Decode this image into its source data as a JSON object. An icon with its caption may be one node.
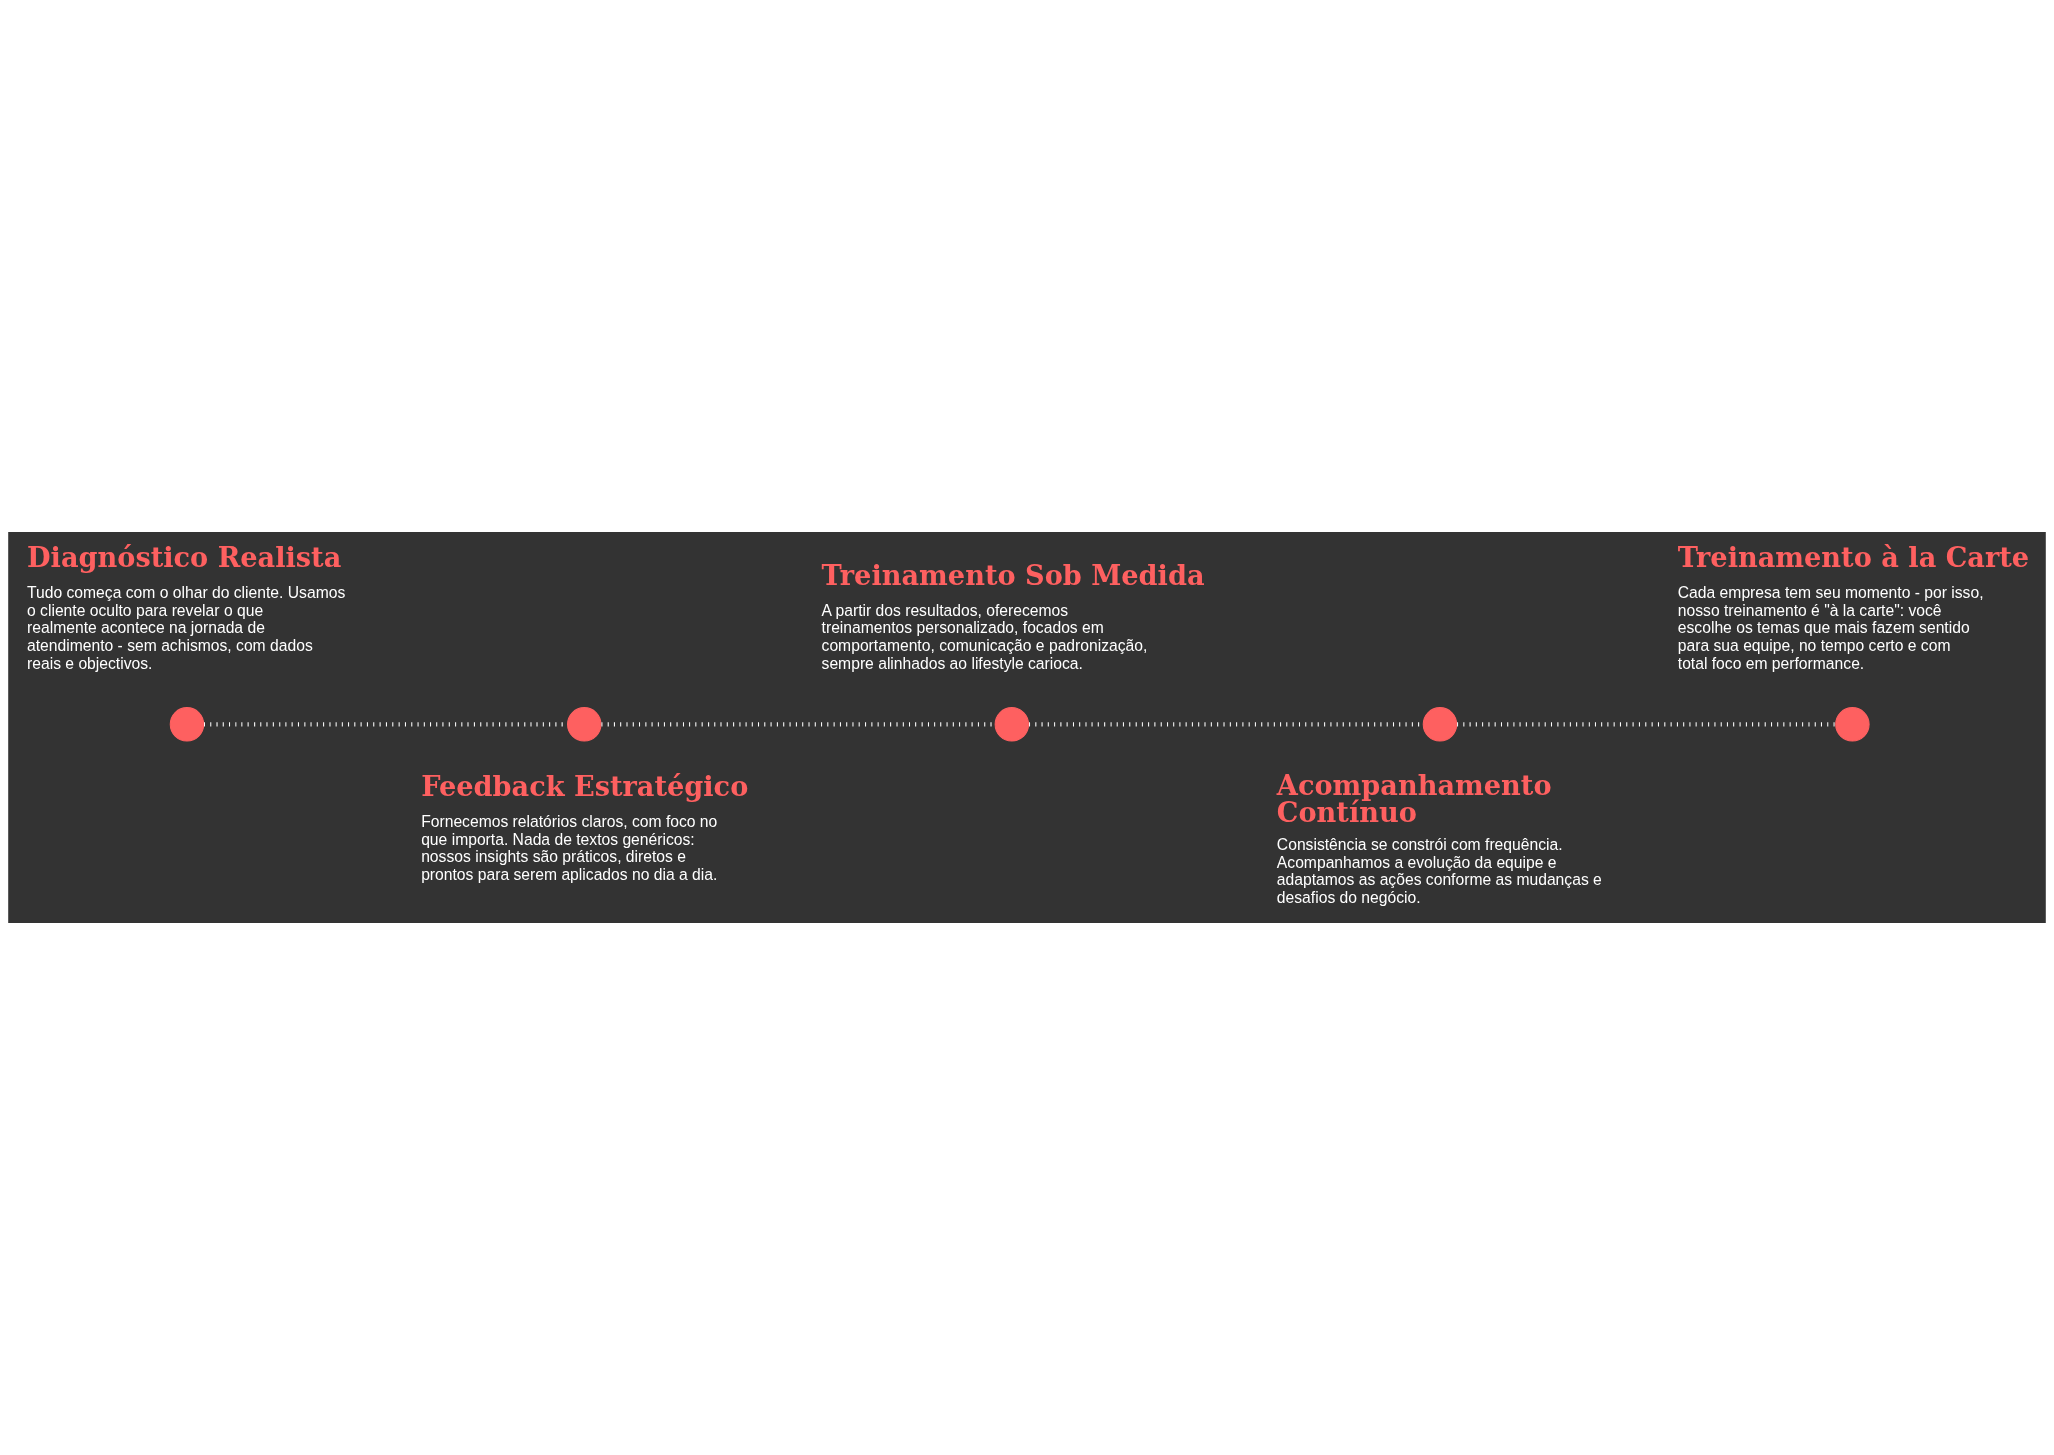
{
  "diagram": {
    "nodes": [
      {
        "text": [],
        "shape": "circle",
        "beside": [
          "Diagnóstico Realista",
          "Tudo começa com o olhar do cliente. Usamos o cliente oculto para revelar o que realmente acontece na jornada de atendimento - sem achismos, com dados reais e objectivos."
        ]
      },
      {
        "text": [],
        "shape": "circle",
        "beside": [
          "Feedback Estratégico",
          "Fornecemos relatórios claros, com foco no que importa. Nada de textos genéricos: nossos insights são práticos, diretos e prontos para serem aplicados no dia a dia."
        ]
      },
      {
        "text": [],
        "shape": "circle",
        "beside": [
          "Treinamento Sob Medida",
          "A partir dos resultados, oferecemos treinamentos personalizado, focados em comportamento, comunicação e padronização, sempre alinhados ao lifestyle carioca."
        ]
      },
      {
        "text": [],
        "shape": "circle",
        "beside": [
          "Acompanhamento Contínuo",
          "Consistência se constrói com frequência. Acompanhamos a evolução da equipe e adaptamos as ações conforme as mudanças e desafios do negócio."
        ]
      },
      {
        "text": [],
        "shape": "circle",
        "beside": [
          "Treinamento à la Carte",
          "Cada empresa tem seu momento - por isso, nosso treinamento é \"à la carte\": você escolhe os temas que mais fazem sentido para sua equipe, no tempo certo e com total foco em performance."
        ]
      }
    ],
    "edges": [
      {
        "from": 0,
        "to": 1,
        "arrow": "none",
        "style": "dashed",
        "color": "#ffffff"
      },
      {
        "from": 1,
        "to": 2,
        "arrow": "none",
        "style": "dashed",
        "color": "#ffffff"
      },
      {
        "from": 2,
        "to": 3,
        "arrow": "none",
        "style": "dashed",
        "color": "#ffffff"
      },
      {
        "from": 3,
        "to": 4,
        "arrow": "none",
        "style": "dashed",
        "color": "#ffffff"
      }
    ]
  }
}
